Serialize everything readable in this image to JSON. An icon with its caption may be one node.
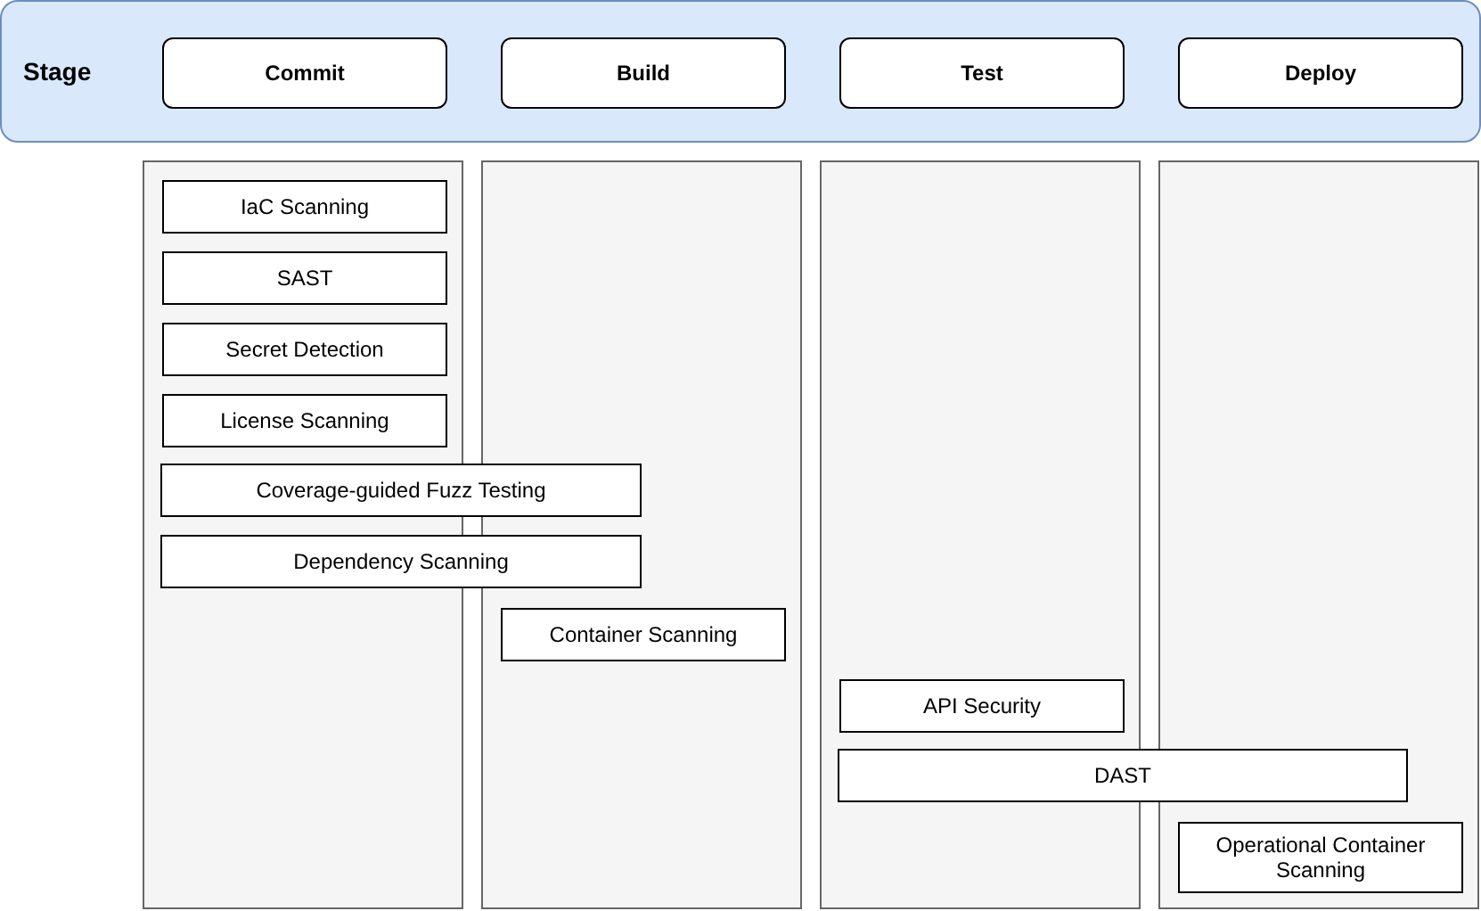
{
  "diagram": {
    "nodes": [
      {
        "text": [
          "Stage"
        ]
      },
      {
        "text": [
          "Commit"
        ],
        "in": 0
      },
      {
        "text": [
          "Build"
        ],
        "in": 0
      },
      {
        "text": [
          "Test"
        ],
        "in": 0
      },
      {
        "text": [
          "Deploy"
        ],
        "in": 0
      },
      {
        "text": [],
        "shape": "box"
      },
      {
        "text": [],
        "shape": "box"
      },
      {
        "text": [],
        "shape": "box"
      },
      {
        "text": [],
        "shape": "box"
      },
      {
        "text": [
          "IaC Scanning"
        ],
        "in": 5
      },
      {
        "text": [
          "SAST"
        ],
        "in": 5
      },
      {
        "text": [
          "Secret Detection"
        ],
        "in": 5
      },
      {
        "text": [
          "License Scanning"
        ],
        "in": 5
      },
      {
        "text": [
          "Coverage-guided Fuzz Testing"
        ]
      },
      {
        "text": [
          "Dependency Scanning"
        ]
      },
      {
        "text": [
          "Container Scanning"
        ],
        "in": 6
      },
      {
        "text": [
          "API Security"
        ],
        "in": 7
      },
      {
        "text": [
          "DAST"
        ]
      },
      {
        "text": [
          "Operational Container Scanning"
        ],
        "in": 8
      }
    ]
  }
}
